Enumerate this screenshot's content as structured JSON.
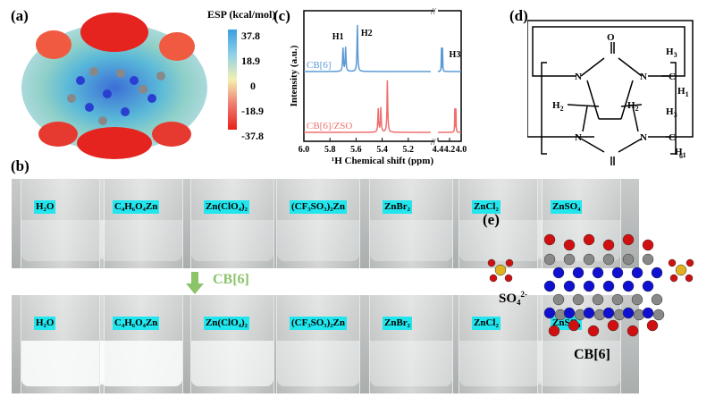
{
  "panel_a": {
    "label": "(a)",
    "colorbar_title": "ESP (kcal/mol)",
    "ticks": [
      "37.8",
      "18.9",
      "0",
      "-18.9",
      "-37.8"
    ]
  },
  "panel_b": {
    "label": "(b)",
    "arrow_label": "CB[6]",
    "vials_top": [
      "H₂O",
      "C₄H₆O₄Zn",
      "Zn(ClO₄)₂",
      "(CF₃SO₃)₂Zn",
      "ZnBr₂",
      "ZnCl₂",
      "ZnSO₄"
    ],
    "vials_bottom": [
      "H₂O",
      "C₄H₆O₄Zn",
      "Zn(ClO₄)₂",
      "(CF₃SO₃)₂Zn",
      "ZnBr₂",
      "ZnCl₂",
      "ZnSO₄"
    ],
    "turbidity_bottom": [
      0.95,
      0.9,
      0.6,
      0.3,
      0.2,
      0.15,
      0.15
    ]
  },
  "panel_c": {
    "label": "(c)"
  },
  "chart_data": {
    "type": "line",
    "xlabel": "¹H Chemical shift (ppm)",
    "ylabel": "Intensity (a.u.)",
    "xticks": [
      "6.0",
      "5.8",
      "5.6",
      "5.4",
      "5.2",
      "4.4",
      "4.2",
      "4.0"
    ],
    "xlim_left": [
      6.0,
      5.0
    ],
    "xlim_right": [
      4.4,
      4.0
    ],
    "x_reversed": true,
    "series": [
      {
        "name": "CB[6]",
        "color": "#5b9bd5",
        "peaks": [
          {
            "ppm": 5.7,
            "h": 0.5
          },
          {
            "ppm": 5.68,
            "h": 0.52
          },
          {
            "ppm": 5.59,
            "h": 1.0
          },
          {
            "ppm": 4.34,
            "h": 0.5
          },
          {
            "ppm": 4.32,
            "h": 0.5
          }
        ]
      },
      {
        "name": "CB[6]/ZSO",
        "color": "#f07070",
        "peaks": [
          {
            "ppm": 5.43,
            "h": 0.45
          },
          {
            "ppm": 5.41,
            "h": 0.47
          },
          {
            "ppm": 5.36,
            "h": 1.0
          },
          {
            "ppm": 4.11,
            "h": 0.45
          },
          {
            "ppm": 4.09,
            "h": 0.45
          }
        ]
      }
    ],
    "annotations": [
      "H1",
      "H2",
      "H3"
    ]
  },
  "panel_d": {
    "label": "(d)",
    "atoms": {
      "O": "O",
      "N": "N",
      "C": "C",
      "H1": "H",
      "H2": "H",
      "H3": "H",
      "sub1": "1",
      "sub2": "2",
      "sub3": "3",
      "n": "6"
    }
  },
  "panel_e": {
    "label": "(e)",
    "anion": "SO₄",
    "anion_charge": "2-",
    "molecule": "CB[6]"
  }
}
